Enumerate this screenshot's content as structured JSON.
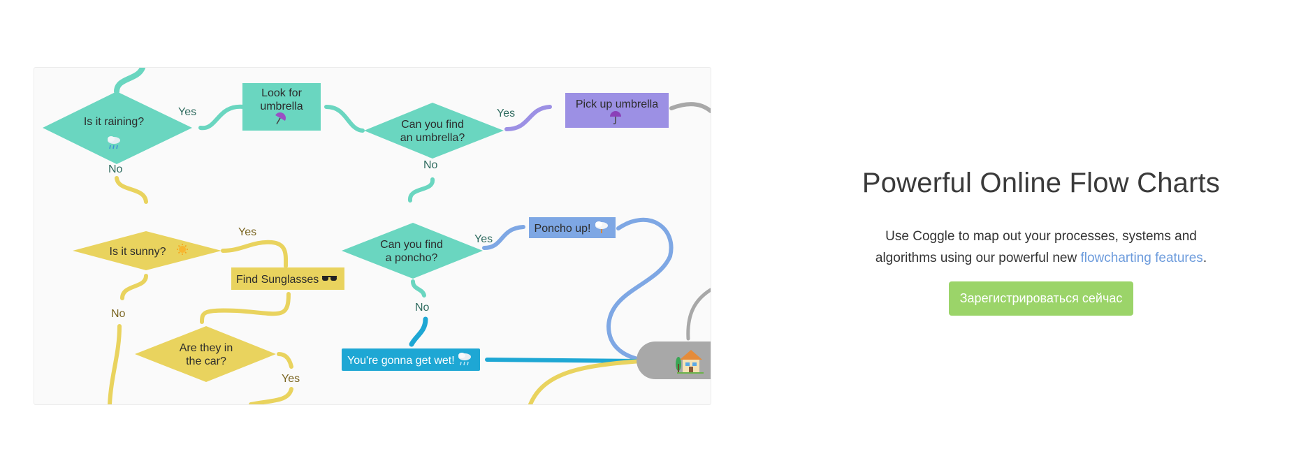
{
  "promo": {
    "title": "Powerful Online Flow Charts",
    "text_before": "Use Coggle to map out your processes, systems and algorithms using our powerful new ",
    "link_text": "flowcharting features",
    "text_after": ".",
    "cta_label": "Зарегистрироваться сейчас"
  },
  "flowchart": {
    "nodes": {
      "raining": [
        "Is it raining?"
      ],
      "look_umbrella": [
        "Look for",
        "umbrella"
      ],
      "find_umbrella": [
        "Can you find",
        "an umbrella?"
      ],
      "pickup_umbrella": [
        "Pick up umbrella"
      ],
      "sunny": [
        "Is it sunny?"
      ],
      "find_poncho": [
        "Can you find",
        "a poncho?"
      ],
      "poncho_up": [
        "Poncho up!"
      ],
      "sunglasses": [
        "Find Sunglasses"
      ],
      "in_car": [
        "Are they in",
        "the car?"
      ],
      "get_wet": [
        "You're gonna get wet!"
      ]
    },
    "edge_labels": {
      "yes_raining": "Yes",
      "no_raining": "No",
      "yes_find_umbrella": "Yes",
      "no_find_umbrella": "No",
      "yes_sunny": "Yes",
      "no_sunny": "No",
      "yes_find_poncho": "Yes",
      "no_find_poncho": "No",
      "yes_in_car": "Yes"
    },
    "colors": {
      "teal": "#6ad6c0",
      "purple": "#9c90e4",
      "yellow": "#e9d35e",
      "blue": "#7ea7e4",
      "cyan": "#1ea7d4",
      "grey": "#a8a8a8",
      "teal_text": "#2f6b5f",
      "yellow_text": "#7a6521"
    },
    "icons": [
      "rain-cloud-icon",
      "umbrella-icon",
      "sun-icon",
      "sunglasses-icon",
      "house-icon"
    ]
  }
}
